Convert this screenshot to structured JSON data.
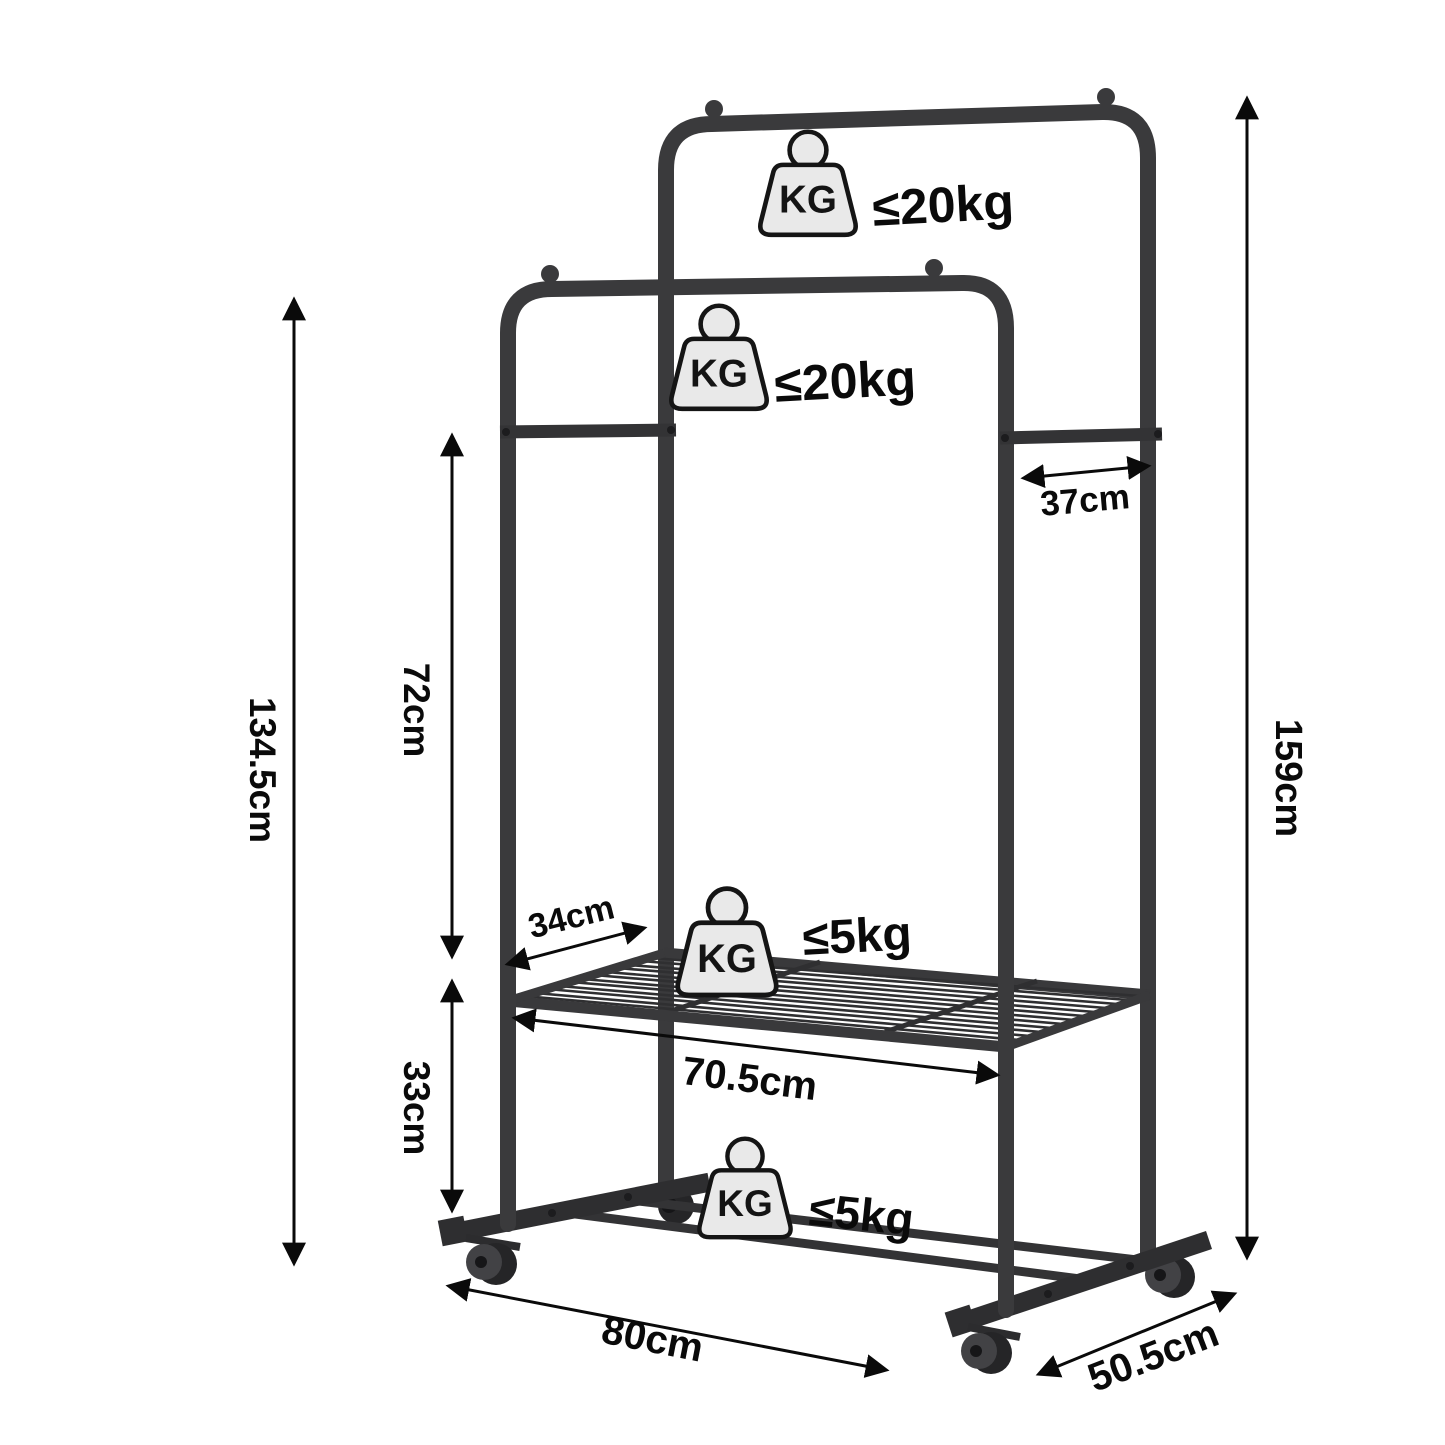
{
  "weight_badge": "KG",
  "capacities": {
    "top_rail": "≤20kg",
    "lower_rail": "≤20kg",
    "middle_shelf": "≤5kg",
    "bottom_shelf": "≤5kg"
  },
  "dimensions": {
    "height_left": "134.5cm",
    "height_right": "159cm",
    "rail_depth_top": "37cm",
    "hanging_clearance": "72cm",
    "shelf_depth": "34cm",
    "shelf_length": "70.5cm",
    "bottom_clearance": "33cm",
    "base_length": "80cm",
    "base_depth": "50.5cm"
  },
  "colors": {
    "frame": "#3a3a3c",
    "ink": "#0a0a0a",
    "icon_fill": "#e9e9e9",
    "background": "#ffffff"
  }
}
